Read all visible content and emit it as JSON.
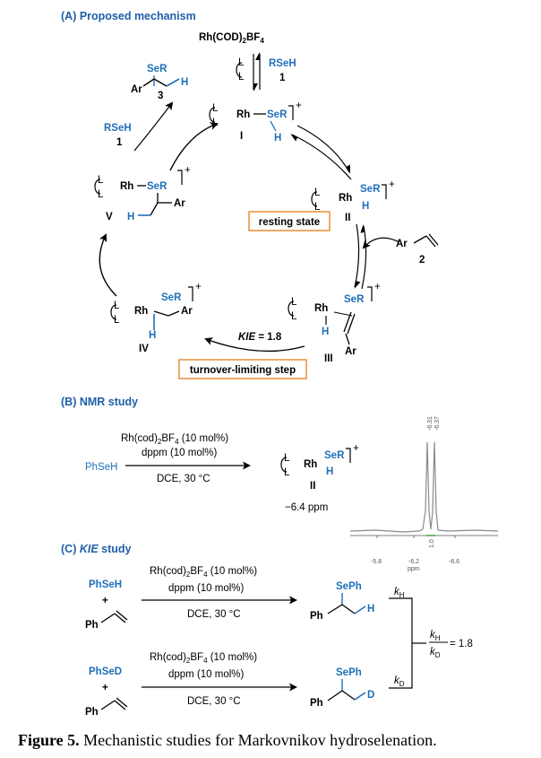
{
  "sections": {
    "a_title": "(A) Proposed mechanism",
    "b_title": "(B) NMR study",
    "c_title_prefix": "(C) ",
    "c_title_italic": "KIE",
    "c_title_suffix": " study"
  },
  "mechanism": {
    "precatalyst": "Rh(COD)",
    "precatalyst_sub": "2",
    "precatalyst_suffix": "BF",
    "precatalyst_sub2": "4",
    "reagent": "RSeH",
    "reagent_num": "1",
    "intermediates": [
      "I",
      "II",
      "III",
      "IV",
      "V"
    ],
    "product_num": "3",
    "substrate_num": "2",
    "resting_state": "resting state",
    "turnover_step": "turnover-limiting step",
    "kie_label": "KIE",
    "kie_value": " = 1.8",
    "atom_rh": "Rh",
    "atom_ser": "SeR",
    "atom_h": "H",
    "atom_ar": "Ar",
    "atom_l": "L"
  },
  "nmr": {
    "reactant": "PhSeH",
    "cond1": "Rh(cod)",
    "cond1_sub": "2",
    "cond1_mid": "BF",
    "cond1_sub2": "4",
    "cond1_tail": " (10 mol%)",
    "cond2": "dppm (10 mol%)",
    "cond3": "DCE, 30 °C",
    "product": "II",
    "shift": "−6.4 ppm",
    "peak_labels": [
      "-6.31",
      "-6.37"
    ],
    "integral": "1.0",
    "axis_ticks": [
      "-5.8",
      "-6.2",
      "-6.6"
    ],
    "axis_unit": "ppm"
  },
  "kie": {
    "r1_top": "PhSeH",
    "r2_top": "PhSeD",
    "plus": "+",
    "ph": "Ph",
    "cond1": "Rh(cod)",
    "cond1_sub": "2",
    "cond1_mid": "BF",
    "cond1_sub2": "4",
    "cond1_tail": " (10 mol%)",
    "cond2": "dppm (10 mol%)",
    "cond3": "DCE, 30 °C",
    "prod_seph": "SePh",
    "prod_h": "H",
    "prod_d": "D",
    "k": "k",
    "kh_sub": "H",
    "kd_sub": "D",
    "ratio": " = 1.8"
  },
  "caption": {
    "label": "Figure 5.",
    "text": " Mechanistic studies for Markovnikov hydroselenation."
  }
}
